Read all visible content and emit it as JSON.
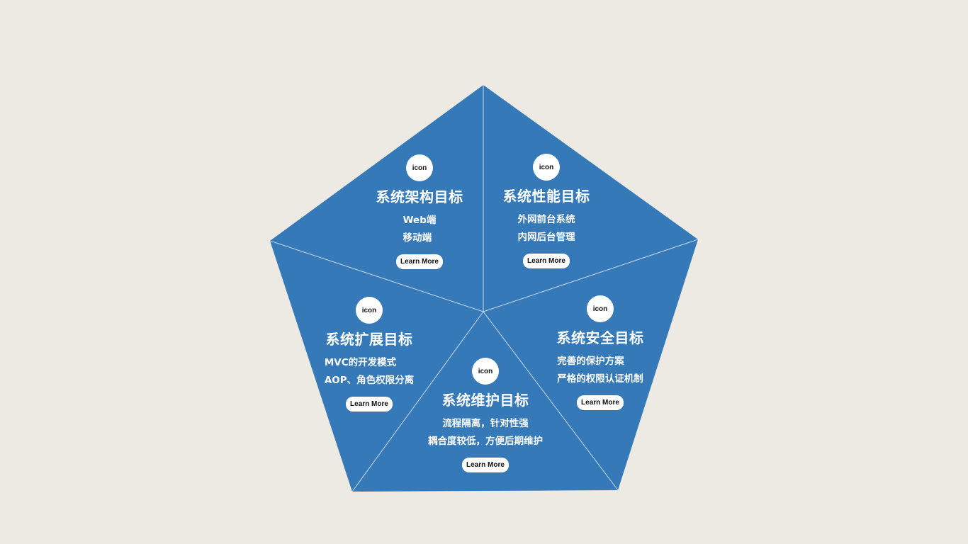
{
  "colors": {
    "background": "#ECEAE2",
    "pentagon_fill": "#3579B8",
    "divider": "#C9D9EC",
    "text": "#FFFFFF"
  },
  "sections": [
    {
      "icon_label": "icon",
      "title": "系统架构目标",
      "lines": [
        "Web端",
        "移动端"
      ],
      "button": "Learn More"
    },
    {
      "icon_label": "icon",
      "title": "系统性能目标",
      "lines": [
        "外网前台系统",
        "内网后台管理"
      ],
      "button": "Learn More"
    },
    {
      "icon_label": "icon",
      "title": "系统扩展目标",
      "lines": [
        "MVC的开发模式",
        "AOP、角色权限分离"
      ],
      "button": "Learn More"
    },
    {
      "icon_label": "icon",
      "title": "系统安全目标",
      "lines": [
        "完善的保护方案",
        "严格的权限认证机制"
      ],
      "button": "Learn More"
    },
    {
      "icon_label": "icon",
      "title": "系统维护目标",
      "lines": [
        "流程隔离，针对性强",
        "耦合度较低，方便后期维护"
      ],
      "button": "Learn More"
    }
  ]
}
